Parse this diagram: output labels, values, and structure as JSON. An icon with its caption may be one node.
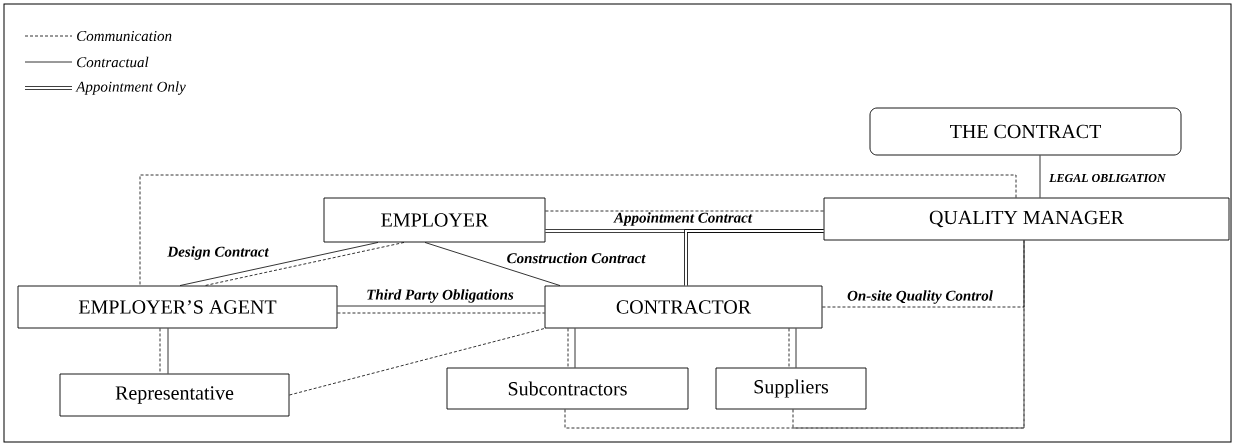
{
  "diagram": {
    "nodes": [
      {
        "text": [
          "THE CONTRACT"
        ]
      },
      {
        "text": [
          "EMPLOYER"
        ]
      },
      {
        "text": [
          "QUALITY MANAGER"
        ]
      },
      {
        "text": [
          "EMPLOYER’S AGENT"
        ]
      },
      {
        "text": [
          "CONTRACTOR"
        ]
      },
      {
        "text": [
          "Representative"
        ]
      },
      {
        "text": [
          "Subcontractors"
        ]
      },
      {
        "text": [
          "Suppliers"
        ]
      }
    ],
    "edges": [
      {
        "from": 0,
        "to": 2,
        "arrow": "none",
        "label": "LEGAL OBLIGATION"
      },
      {
        "from": 2,
        "to": 3,
        "arrow": "none",
        "style": "dashed"
      },
      {
        "from": 1,
        "to": 2,
        "arrow": "none",
        "style": "dashed"
      },
      {
        "from": 1,
        "to": 2,
        "arrow": "none",
        "style": "thick",
        "label": "Appointment Contract"
      },
      {
        "from": 2,
        "to": 4,
        "arrow": "none",
        "style": "thick"
      },
      {
        "from": 1,
        "to": 3,
        "arrow": "none",
        "label": "Design Contract"
      },
      {
        "from": 1,
        "to": 3,
        "arrow": "none",
        "style": "dashed"
      },
      {
        "from": 1,
        "to": 4,
        "arrow": "none",
        "label": "Construction Contract"
      },
      {
        "from": 3,
        "to": 4,
        "arrow": "none",
        "label": "Third Party Obligations"
      },
      {
        "from": 3,
        "to": 4,
        "arrow": "none",
        "style": "dashed"
      },
      {
        "from": 3,
        "to": 5,
        "arrow": "none",
        "style": "dashed"
      },
      {
        "from": 3,
        "to": 5,
        "arrow": "none"
      },
      {
        "from": 5,
        "to": 4,
        "arrow": "none",
        "style": "dashed"
      },
      {
        "from": 4,
        "to": 6,
        "arrow": "none",
        "style": "dashed"
      },
      {
        "from": 4,
        "to": 6,
        "arrow": "none"
      },
      {
        "from": 4,
        "to": 7,
        "arrow": "none",
        "style": "dashed"
      },
      {
        "from": 4,
        "to": 7,
        "arrow": "none"
      },
      {
        "from": 4,
        "to": 2,
        "arrow": "none",
        "style": "dashed",
        "label": "On-site Quality Control"
      },
      {
        "from": 6,
        "to": 2,
        "arrow": "none",
        "style": "dashed"
      },
      {
        "from": 7,
        "to": 2,
        "arrow": "none",
        "style": "dashed"
      }
    ],
    "legend": [
      {
        "text": "Communication"
      },
      {
        "text": "Contractual"
      },
      {
        "text": "Appointment Only"
      }
    ]
  }
}
